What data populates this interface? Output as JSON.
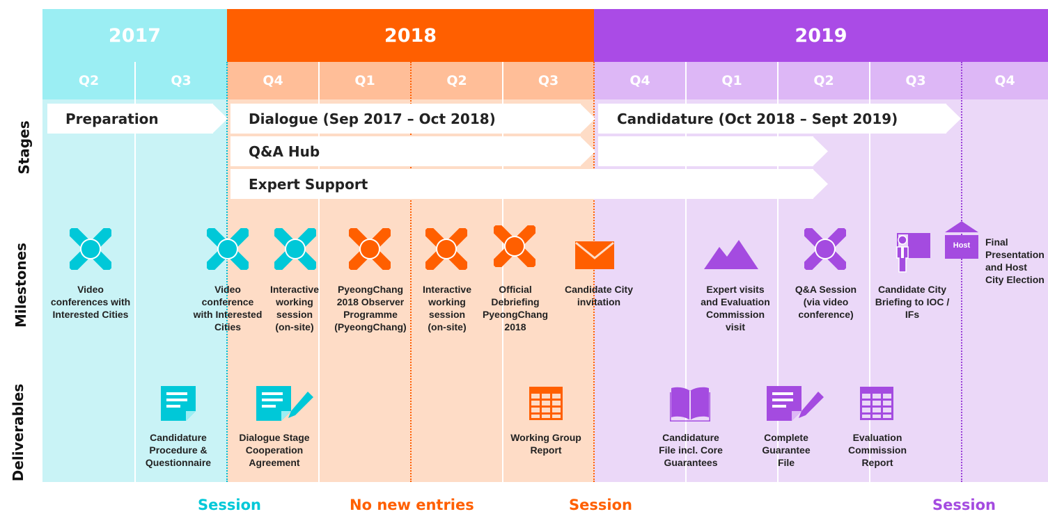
{
  "colors": {
    "teal": "#00CCDD",
    "orange": "#FF5F00",
    "purple": "#AA55E8",
    "teal_light": "#C9F3F6",
    "orange_light": "#FEDCC6",
    "purple_light": "#EBD8F8"
  },
  "years": [
    "2017",
    "2018",
    "2019"
  ],
  "quarters": [
    "Q2",
    "Q3",
    "Q4",
    "Q1",
    "Q2",
    "Q3",
    "Q4",
    "Q1",
    "Q2",
    "Q3",
    "Q4"
  ],
  "side_labels": {
    "stages": "Stages",
    "milestones": "Milestones",
    "deliverables": "Deliverables"
  },
  "stages": {
    "preparation": "Preparation",
    "dialogue": "Dialogue (Sep 2017 – Oct 2018)",
    "candidature": "Candidature (Oct 2018 – Sept 2019)",
    "qa_hub": "Q&A Hub",
    "expert_support": "Expert Support"
  },
  "milestones": [
    {
      "label": "Video conferences with Interested Cities",
      "icon": "video-conference-icon"
    },
    {
      "label": "Video conference with Interested Cities",
      "icon": "video-conference-icon"
    },
    {
      "label": "Interactive working session (on-site)",
      "icon": "video-conference-icon"
    },
    {
      "label": "PyeongChang 2018 Observer Programme (PyeongChang)",
      "icon": "video-conference-icon"
    },
    {
      "label": "Interactive working session (on-site)",
      "icon": "video-conference-icon"
    },
    {
      "label": "Official Debriefing PyeongChang 2018",
      "icon": "video-conference-icon"
    },
    {
      "label": "Candidate City invitation",
      "icon": "envelope-icon"
    },
    {
      "label": "Expert visits and Evaluation Commission visit",
      "icon": "mountains-icon"
    },
    {
      "label": "Q&A Session (via video conference)",
      "icon": "video-conference-icon"
    },
    {
      "label": "Candidate City Briefing to IOC / IFs",
      "icon": "presenter-icon"
    },
    {
      "label": "Final Presentation and Host City Election",
      "icon": "host-sign-icon",
      "icon_text": "Host"
    }
  ],
  "deliverables": [
    {
      "label": "Candidature Procedure & Questionnaire",
      "icon": "document-icon"
    },
    {
      "label": "Dialogue Stage Cooperation Agreement",
      "icon": "document-sign-icon"
    },
    {
      "label": "Working Group Report",
      "icon": "table-icon"
    },
    {
      "label": "Candidature File incl. Core Guarantees",
      "icon": "book-icon"
    },
    {
      "label": "Complete Guarantee File",
      "icon": "document-sign-icon"
    },
    {
      "label": "Evaluation Commission Report",
      "icon": "table-icon"
    }
  ],
  "footer": {
    "session_1": "Session",
    "no_new_entries": "No new entries",
    "session_2": "Session",
    "session_3": "Session"
  }
}
